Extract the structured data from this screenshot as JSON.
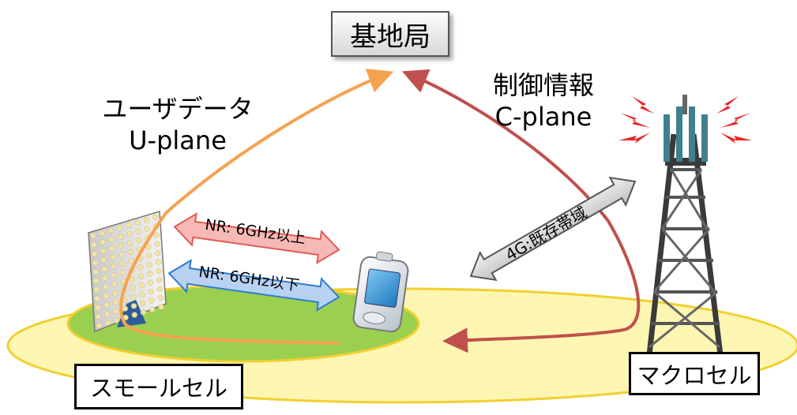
{
  "base_station": {
    "label": "基地局"
  },
  "user_data": {
    "line1": "ユーザデータ",
    "line2": "U-plane"
  },
  "control_info": {
    "line1": "制御情報",
    "line2": "C-plane"
  },
  "arrows": {
    "nr_above": "NR: 6GHz以上",
    "nr_below": "NR: 6GHz以下",
    "lte": "4G:既存帯域"
  },
  "small_cell": {
    "label": "スモールセル"
  },
  "macro_cell": {
    "label": "マクロセル"
  },
  "colors": {
    "u_plane": "#f5a24f",
    "c_plane": "#c0504d",
    "macro_area": "#fdf6b2",
    "small_area": "#9bcf50",
    "nr_above_fill": "#f7b9b6",
    "nr_below_fill": "#b7d2f2",
    "lte_fill": "#d9d9d9"
  }
}
